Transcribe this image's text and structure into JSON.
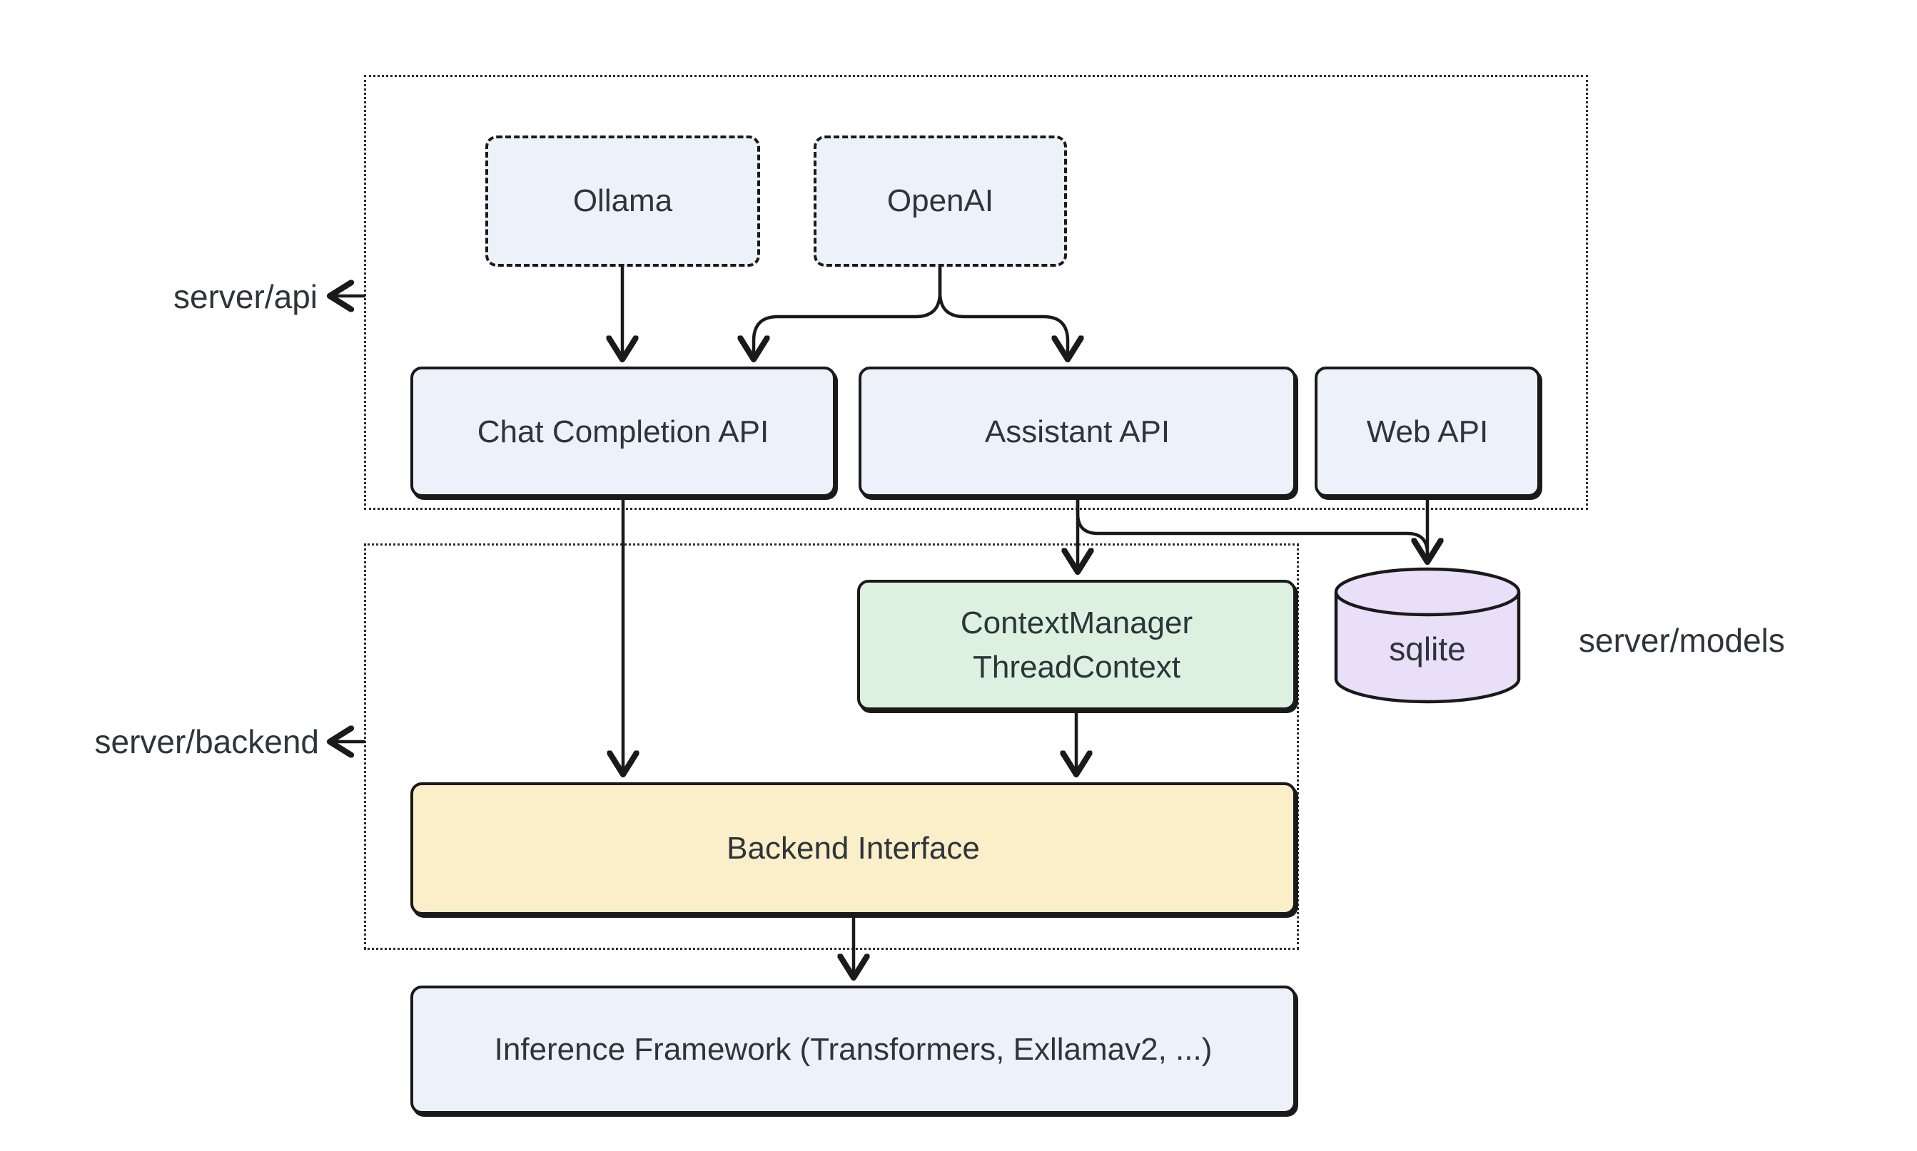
{
  "colors": {
    "background": "#FFFFFF",
    "stroke": "#1A1A1A",
    "text": "#2E343A",
    "node_fill_blue": "#ECF1FA",
    "node_fill_green": "#DCF1DF",
    "node_fill_purple": "#E9DFF8",
    "node_fill_yellow": "#FBEFC9"
  },
  "groups": {
    "api": {
      "label": "server/api"
    },
    "backend": {
      "label": "server/backend"
    },
    "models": {
      "label": "server/models"
    }
  },
  "nodes": {
    "ollama": {
      "label": "Ollama"
    },
    "openai": {
      "label": "OpenAI"
    },
    "chat_api": {
      "label": "Chat Completion API"
    },
    "assistant_api": {
      "label": "Assistant API"
    },
    "web_api": {
      "label": "Web API"
    },
    "context_manager": {
      "line1": "ContextManager",
      "line2": "ThreadContext"
    },
    "sqlite": {
      "label": "sqlite"
    },
    "backend_interface": {
      "label": "Backend Interface"
    },
    "inference_framework": {
      "label": "Inference Framework (Transformers, Exllamav2, ...)"
    }
  }
}
